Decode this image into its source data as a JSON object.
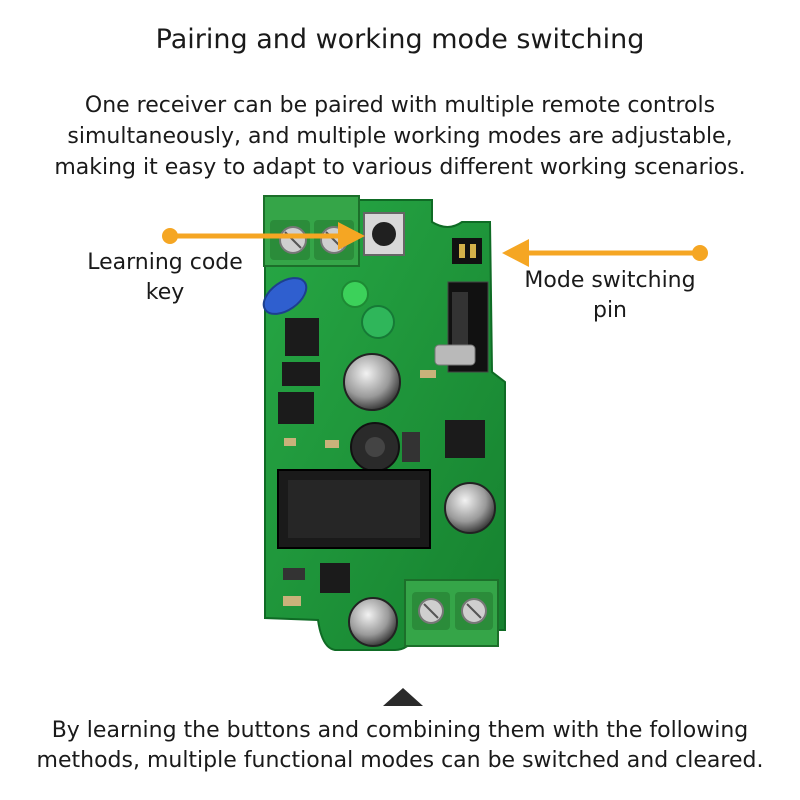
{
  "title": "Pairing and working mode switching",
  "intro": [
    "One receiver can be paired with multiple remote controls",
    "simultaneously, and multiple working modes are adjustable,",
    "making it easy to adapt to various different working scenarios."
  ],
  "callouts": {
    "learning_key": [
      "Learning code",
      "key"
    ],
    "mode_pin": [
      "Mode switching",
      "pin"
    ]
  },
  "footer": [
    "By learning the buttons and combining them with the following",
    "methods, multiple functional modes can be switched and cleared."
  ],
  "colors": {
    "accent": "#f5a623",
    "pcb": "#1f9b3a",
    "terminal": "#3aa84a"
  }
}
